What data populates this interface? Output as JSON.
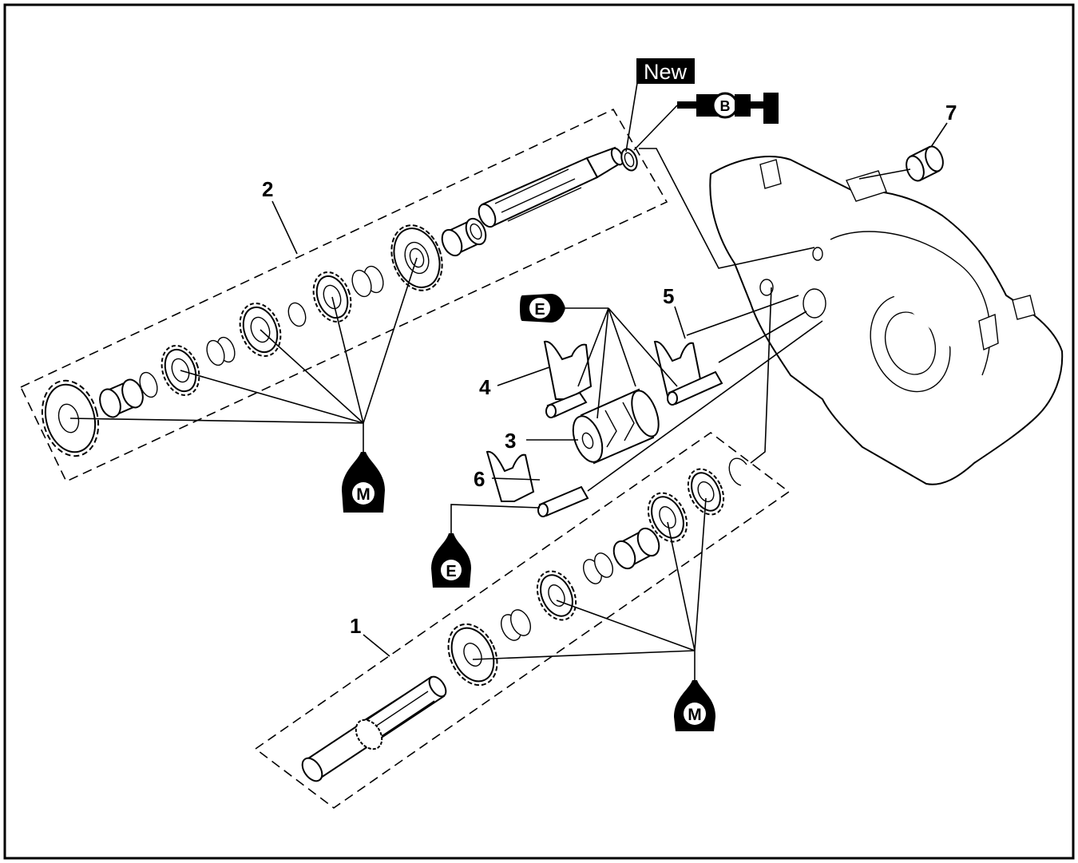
{
  "callouts": {
    "c1": "1",
    "c2": "2",
    "c3": "3",
    "c4": "4",
    "c5": "5",
    "c6": "6",
    "c7": "7"
  },
  "symbols": {
    "new_badge": "New",
    "grease_b": "B",
    "oil_e_top": "E",
    "oil_e_bottom": "E",
    "oil_m_left": "M",
    "oil_m_right": "M"
  }
}
